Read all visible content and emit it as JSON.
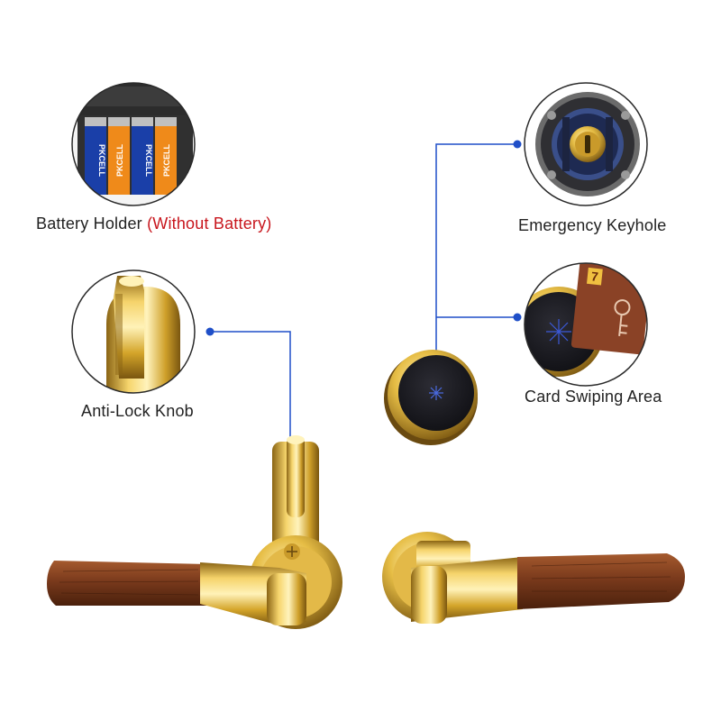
{
  "callouts": {
    "battery": {
      "label": "Battery Holder",
      "note": "(Without Battery)",
      "battery_brand": "PKCELL",
      "icon": "battery-holder-photo"
    },
    "keyhole": {
      "label": "Emergency Keyhole",
      "icon": "emergency-keyhole-photo"
    },
    "knob": {
      "label": "Anti-Lock Knob",
      "icon": "anti-lock-knob-photo"
    },
    "card": {
      "label": "Card Swiping Area",
      "card_number": "7",
      "icon": "card-swiping-photo"
    }
  },
  "colors": {
    "connector": "#1f4fc8",
    "accent": "#c8161d",
    "text": "#222222",
    "gold": "#d4a82a",
    "wood": "#7a3a1c",
    "reader_face": "#16161a"
  }
}
